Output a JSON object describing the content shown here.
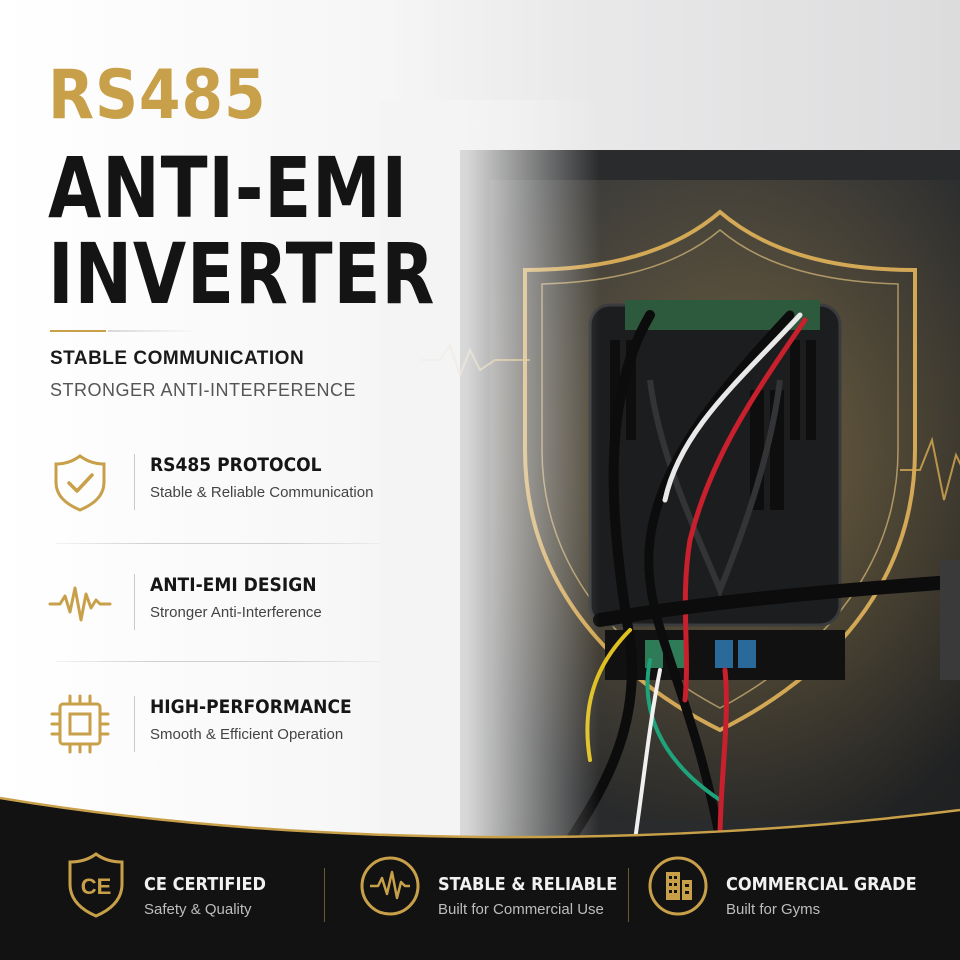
{
  "headline": {
    "line1": "RS485",
    "line2": "ANTI-EMI",
    "line3": "INVERTER",
    "tagline_primary": "STABLE COMMUNICATION",
    "tagline_secondary": "STRONGER ANTI-INTERFERENCE"
  },
  "features": [
    {
      "icon": "shield-check-icon",
      "title": "RS485 PROTOCOL",
      "desc": "Stable & Reliable Communication"
    },
    {
      "icon": "waveform-icon",
      "title": "ANTI-EMI DESIGN",
      "desc": "Stronger Anti-Interference"
    },
    {
      "icon": "chip-icon",
      "title": "HIGH-PERFORMANCE",
      "desc": "Smooth & Efficient Operation"
    }
  ],
  "badges": [
    {
      "icon": "ce-shield-icon",
      "title": "CE CERTIFIED",
      "desc": "Safety & Quality"
    },
    {
      "icon": "waveform-circle-icon",
      "title": "STABLE & RELIABLE",
      "desc": "Built for Commercial Use"
    },
    {
      "icon": "building-circle-icon",
      "title": "COMMERCIAL GRADE",
      "desc": "Built for Gyms"
    }
  ],
  "colors": {
    "gold": "#c9a04a",
    "dark": "#141414",
    "footer": "#111111"
  }
}
